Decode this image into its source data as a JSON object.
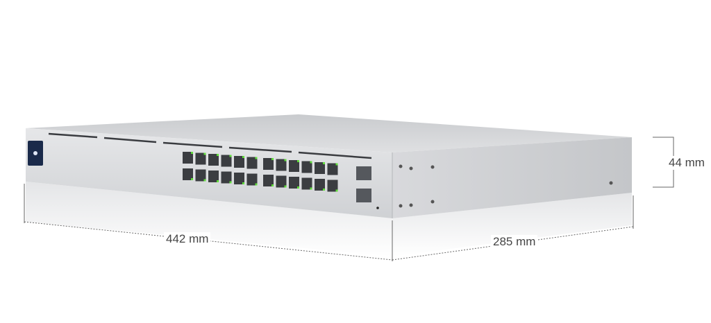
{
  "dimensions": {
    "width_label": "442 mm",
    "depth_label": "285 mm",
    "height_label": "44 mm"
  },
  "device": {
    "port_rows": 2,
    "ports_per_row": 12,
    "sfp_ports": 2,
    "led_color": "#5fdc3a",
    "body_color": "#d4d6d9",
    "display_color": "#1a2a4a"
  }
}
